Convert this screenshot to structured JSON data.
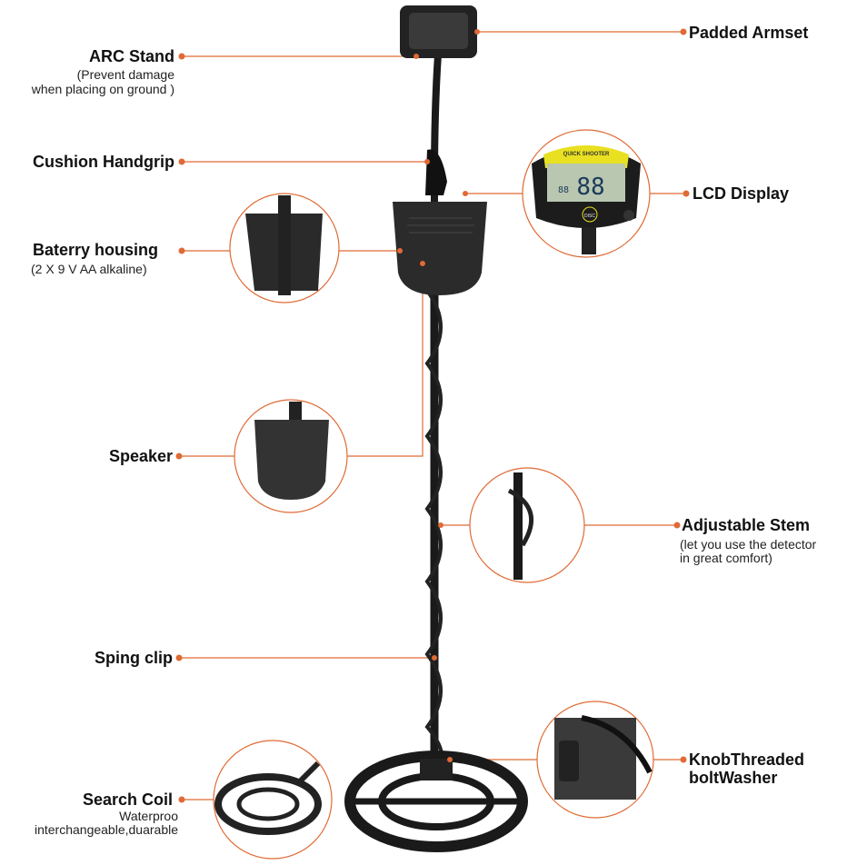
{
  "accent_color": "#e06a35",
  "labels": {
    "padded_armset": {
      "title": "Padded Armset"
    },
    "arc_stand": {
      "title": "ARC Stand",
      "note_line1": "(Prevent damage",
      "note_line2": "when placing on ground )"
    },
    "cushion_handgrip": {
      "title": "Cushion Handgrip"
    },
    "lcd_display": {
      "title": "LCD Display",
      "screen_brand": "QUICK SHOOTER",
      "screen_digits": "88",
      "small_digits": "88",
      "center_button": "DISC"
    },
    "battery_housing": {
      "title": "Baterry  housing",
      "note": "(2 X 9 V AA alkaline)"
    },
    "speaker": {
      "title": "Speaker"
    },
    "adjustable_stem": {
      "title": "Adjustable Stem",
      "note_line1": "(let you use the detector",
      "note_line2": " in great comfort)"
    },
    "spring_clip": {
      "title": "Sping clip"
    },
    "knob": {
      "title_line1": "KnobThreaded",
      "title_line2": "boltWasher"
    },
    "search_coil": {
      "title": "Search Coil",
      "note_line1": "Waterproo",
      "note_line2": "interchangeable,duarable"
    }
  }
}
